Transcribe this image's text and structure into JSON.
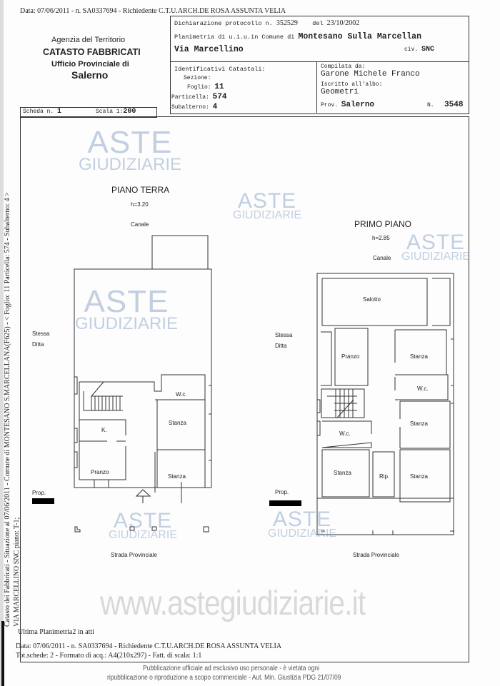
{
  "top_line": "Data: 07/06/2011 - n. SA0337694 - Richiedente C.T.U.ARCH.DE ROSA ASSUNTA VELIA",
  "agency": {
    "line1": "Agenzia del Territorio",
    "line2": "CATASTO FABBRICATI",
    "line3": "Ufficio Provinciale di",
    "line4": "Salerno"
  },
  "declaration": {
    "label": "Dichiarazione protocollo n.",
    "number": "352529",
    "del_label": "del",
    "date": "23/10/2002"
  },
  "planimetria": {
    "label": "Planimetria di u.i.u.in Comune di",
    "comune": "Montesano Sulla Marcellan",
    "via": "Via Marcellino",
    "civ_label": "civ.",
    "civ": "SNC"
  },
  "identificativi": {
    "title": "Identificativi Catastali:",
    "sezione_label": "Sezione:",
    "foglio_label": "Foglio:",
    "foglio": "11",
    "particella_label": "Particella:",
    "particella": "574",
    "subalterno_label": "Subalterno:",
    "subalterno": "4"
  },
  "compilata": {
    "label": "Compilata da:",
    "name": "Garone Michele Franco",
    "albo_label": "Iscritto all'albo:",
    "albo": "Geometri",
    "prov_label": "Prov.",
    "prov": "Salerno",
    "n_label": "N.",
    "n": "3548"
  },
  "scheda": {
    "label": "Scheda n.",
    "value": "1",
    "scala_label": "Scala 1:",
    "scala": "200"
  },
  "side_text": {
    "line1": "Catasto dei Fabbricati - Situazione al 07/06/2011 - Comune di MONTESANO S.MARCELLANA(F625) - < Foglio: 11 Particella: 574 - Subalterno: 4 >",
    "line2": "VIA MARCELLINO SNC piano: T-1;"
  },
  "ground_floor": {
    "title": "PIANO TERRA",
    "height": "h=3.20",
    "canale": "Canale",
    "stessa": "Stessa",
    "ditta": "Ditta",
    "prop": "Prop.",
    "strada": "Strada Provinciale",
    "rooms": [
      "W.c.",
      "Stanza",
      "K.",
      "Pranzo",
      "Stanza"
    ]
  },
  "first_floor": {
    "title": "PRIMO PIANO",
    "height": "h=2.85",
    "canale": "Canale",
    "stessa": "Stessa",
    "ditta": "Ditta",
    "prop": "Prop.",
    "strada": "Strada Provinciale",
    "rooms": [
      "Salotto",
      "Pranzo",
      "Stanza",
      "W.c.",
      "Stanza",
      "W.c.",
      "Stanza",
      "Rip.",
      "Stanza"
    ]
  },
  "footer": {
    "ultima": "Ultima Planimetria2 in atti",
    "line1": "Data: 07/06/2011 - n. SA0337694 - Richiedente C.T.U.ARCH.DE ROSA ASSUNTA VELIA",
    "line2": "Tot.schede: 2 - Formato di acq.: A4(210x297) - Fatt. di scala: 1:1",
    "notice1": "Pubblicazione ufficiale ad esclusivo uso personale - è vietata ogni",
    "notice2": "ripubblicazione o riproduzione a scopo commerciale - Aut. Min. Giustizia PDG 21/07/09"
  },
  "watermark": {
    "aste": "ASTE",
    "giudiziarie": "GIUDIZIARIE",
    "url": "www.astegiudiziarie.it"
  }
}
